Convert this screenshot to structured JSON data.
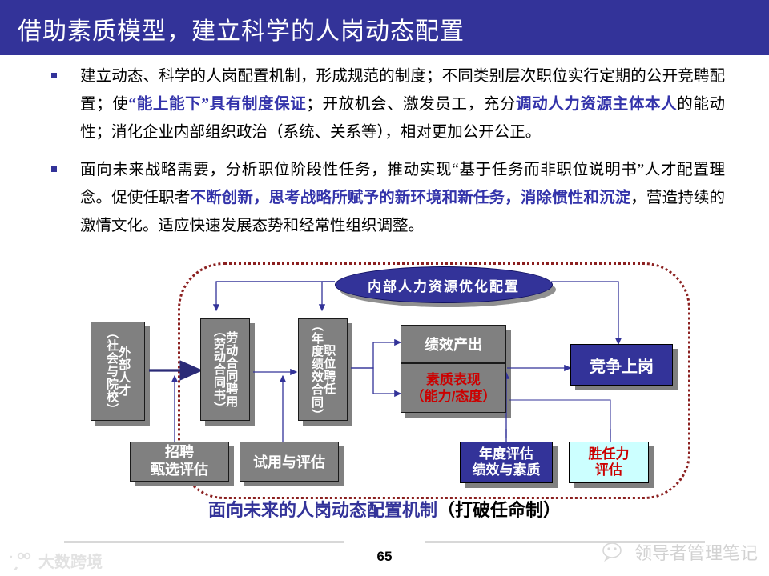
{
  "slide": {
    "title": "借助素质模型，建立科学的人岗动态配置",
    "page_number": "65",
    "accent_color": "#333399",
    "highlight_red": "#b03030",
    "bullets": [
      {
        "segments": [
          {
            "text": "建立动态、科学的人岗配置机制，形成规范的制度；不同类别层次职位实行定期的公开竞聘配置；使",
            "style": "plain"
          },
          {
            "text": "“能上能下”具有制度保证",
            "style": "blue"
          },
          {
            "text": "；开放机会、激发员工，充分",
            "style": "plain"
          },
          {
            "text": "调动人力资源主体本人",
            "style": "blue"
          },
          {
            "text": "的能动性；消化企业内部组织政治（系统、关系等），相对更加公开公正。",
            "style": "plain"
          }
        ]
      },
      {
        "segments": [
          {
            "text": "面向未来战略需要，分析职位阶段性任务，推动实现“基于任务而非职位说明书”人才配置理念。促使任职者",
            "style": "plain"
          },
          {
            "text": "不断创新，思考战略所赋予的新环境和新任务，消除惯性和沉淀",
            "style": "blue"
          },
          {
            "text": "，营造持续的激情文化。适应快速发展态势和经常性组织调整。",
            "style": "plain"
          }
        ]
      }
    ]
  },
  "diagram": {
    "oval_label": "内部人力资源优化配置",
    "nodes": {
      "external_talent": "外部人才\n（社会与院校）",
      "labor_contract": "劳动合同聘用\n（劳动合同书）",
      "position_appointment": "职位聘任\n（年度绩效合同）",
      "performance_output": "绩效产出",
      "competency_display_line1": "素质表现",
      "competency_display_line2": "（能力/态度）",
      "compete_for_post": "竞争上岗",
      "recruit_select_line1": "招聘",
      "recruit_select_line2": "甄选评估",
      "trial_evaluation": "试用与评估",
      "annual_review_line1": "年度评估",
      "annual_review_line2": "绩效与素质",
      "competency_assessment_line1": "胜任力",
      "competency_assessment_line2": "评估"
    },
    "caption_blue": "面向未来的人岗动态配置机制",
    "caption_black": "（打破任命制）"
  },
  "watermarks": {
    "left": "大数跨境",
    "right": "领导者管理笔记"
  }
}
